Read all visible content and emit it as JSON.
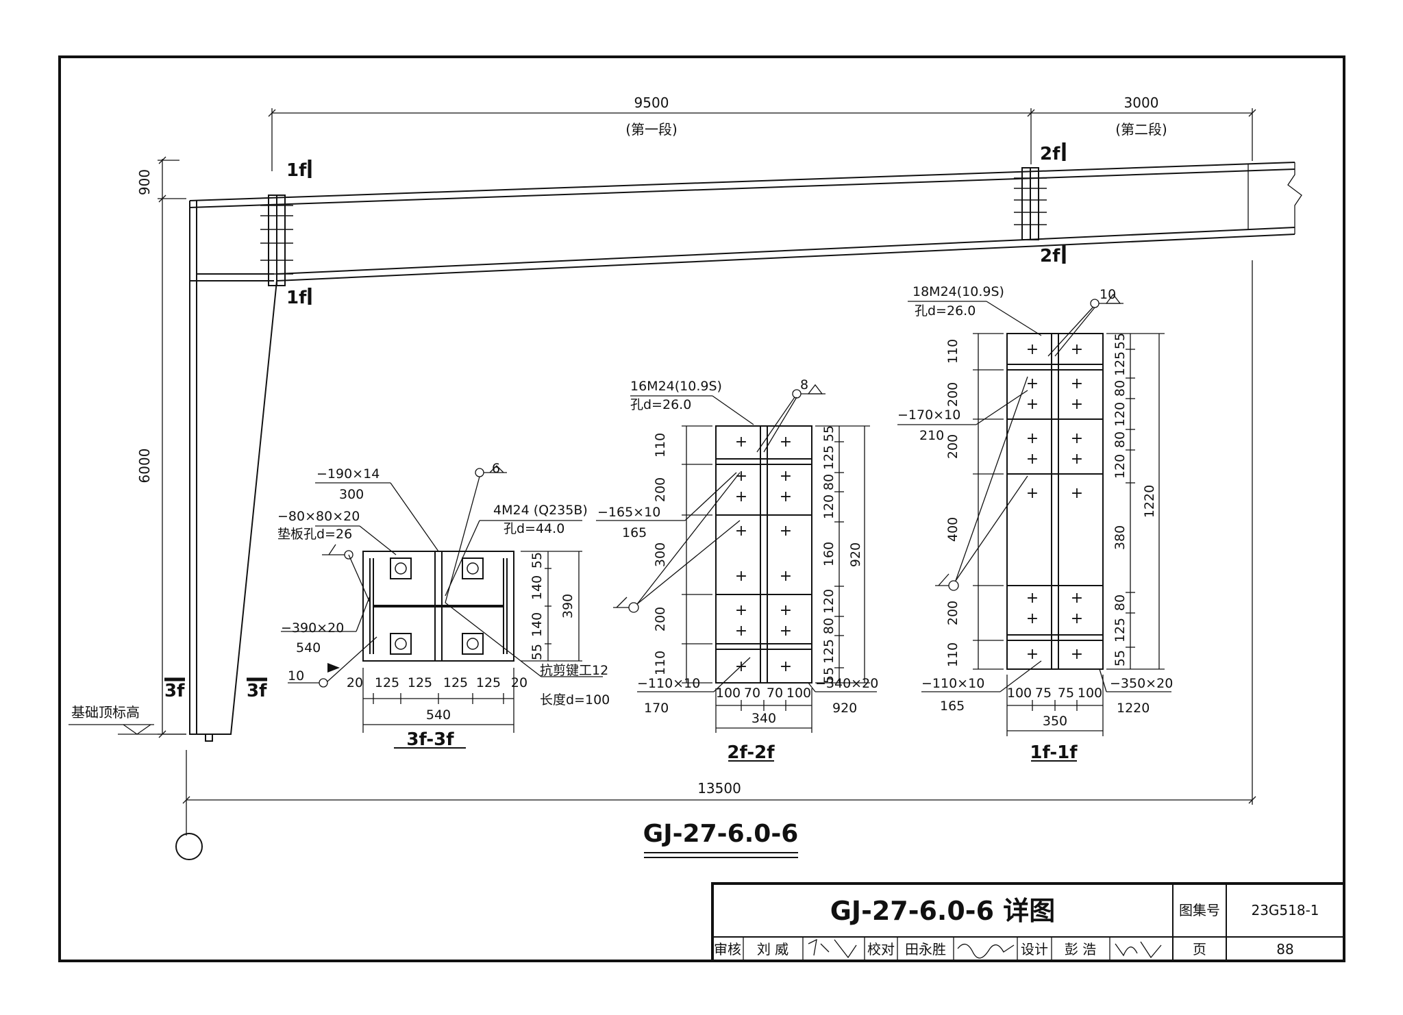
{
  "drawing": {
    "main_title": "GJ-27-6.0-6",
    "dimensions": {
      "segment1_length": "9500",
      "segment1_label": "(第一段)",
      "segment2_length": "3000",
      "segment2_label": "(第二段)",
      "haunch_height": "900",
      "column_height": "6000",
      "total_span": "13500"
    },
    "section_marks": {
      "s1": "1f",
      "s2": "2f",
      "s3": "3f"
    },
    "foundation_label": "基础顶标高",
    "details": {
      "d3f": {
        "title": "3f-3f",
        "plate1": "−190×14",
        "plate1_sub": "300",
        "washer": "−80×80×20",
        "washer_sub": "垫板孔d=26",
        "bolts": "4M24 (Q235B)",
        "bolts_sub": "孔d=44.0",
        "base_plate": "−390×20",
        "base_plate_sub": "540",
        "weld1": "6",
        "weld2": "10",
        "shear_key": "抗剪键工12",
        "shear_key_sub": "长度d=100",
        "h_dims": [
          "20",
          "125",
          "125",
          "125",
          "125",
          "20"
        ],
        "h_total": "540",
        "v_dims": [
          "55",
          "140",
          "140",
          "55"
        ],
        "v_total": "390"
      },
      "d2f": {
        "title": "2f-2f",
        "bolts": "16M24(10.9S)",
        "bolts_sub": "孔d=26.0",
        "weld": "8",
        "stiffener": "−165×10",
        "stiffener_sub": "165",
        "flange": "−110×10",
        "flange_sub": "170",
        "end_plate": "−340×20",
        "end_plate_sub": "920",
        "left_dims": [
          "110",
          "200",
          "300",
          "200",
          "110"
        ],
        "right_dims": [
          "55",
          "125",
          "80",
          "120",
          "160",
          "120",
          "80",
          "125",
          "55"
        ],
        "v_total": "920",
        "h_dims": [
          "100",
          "70",
          "70",
          "100"
        ],
        "h_total": "340"
      },
      "d1f": {
        "title": "1f-1f",
        "bolts": "18M24(10.9S)",
        "bolts_sub": "孔d=26.0",
        "weld": "10",
        "stiffener": "−170×10",
        "stiffener_sub": "210",
        "flange": "−110×10",
        "flange_sub": "165",
        "end_plate": "−350×20",
        "end_plate_sub": "1220",
        "left_dims": [
          "110",
          "200",
          "200",
          "400",
          "200",
          "110"
        ],
        "right_dims": [
          "55",
          "125",
          "80",
          "120",
          "80",
          "120",
          "380",
          "80",
          "125",
          "55"
        ],
        "v_total": "1220",
        "h_dims": [
          "100",
          "75",
          "75",
          "100"
        ],
        "h_total": "350"
      }
    }
  },
  "title_block": {
    "title": "GJ-27-6.0-6 详图",
    "atlas_label": "图集号",
    "atlas_no": "23G518-1",
    "review_label": "审核",
    "reviewer": "刘 威",
    "check_label": "校对",
    "checker": "田永胜",
    "design_label": "设计",
    "designer": "彭 浩",
    "page_label": "页",
    "page_no": "88"
  }
}
